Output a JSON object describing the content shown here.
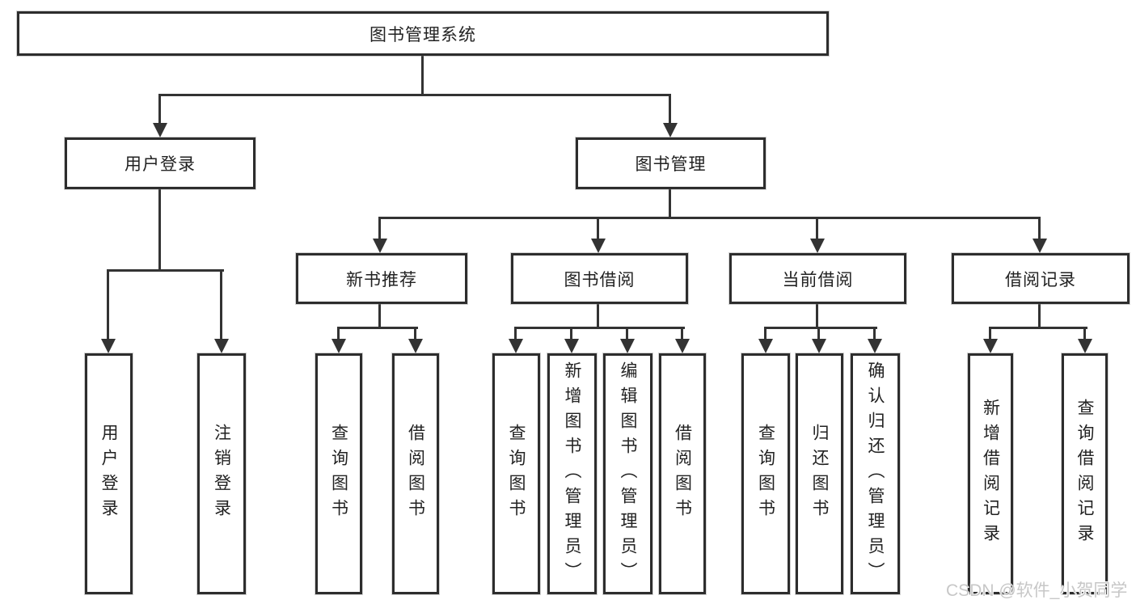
{
  "colors": {
    "background": "#ffffff",
    "line": "#333333",
    "box_border": "#2d2d2d",
    "text": "#222222",
    "watermark": "#c7c7c7"
  },
  "tree": {
    "root": {
      "label": "图书管理系统"
    },
    "children": [
      {
        "label": "用户登录",
        "children": [
          {
            "label": "用户登录"
          },
          {
            "label": "注销登录"
          }
        ]
      },
      {
        "label": "图书管理",
        "children": [
          {
            "label": "新书推荐",
            "children": [
              {
                "label": "查询图书"
              },
              {
                "label": "借阅图书"
              }
            ]
          },
          {
            "label": "图书借阅",
            "children": [
              {
                "label": "查询图书"
              },
              {
                "label": "新增图书（管理员）"
              },
              {
                "label": "编辑图书（管理员）"
              },
              {
                "label": "借阅图书"
              }
            ]
          },
          {
            "label": "当前借阅",
            "children": [
              {
                "label": "查询图书"
              },
              {
                "label": "归还图书"
              },
              {
                "label": "确认归还（管理员）"
              }
            ]
          },
          {
            "label": "借阅记录",
            "children": [
              {
                "label": "新增借阅记录"
              },
              {
                "label": "查询借阅记录"
              }
            ]
          }
        ]
      }
    ]
  },
  "watermark": {
    "text": "CSDN @软件_小贺同学"
  }
}
